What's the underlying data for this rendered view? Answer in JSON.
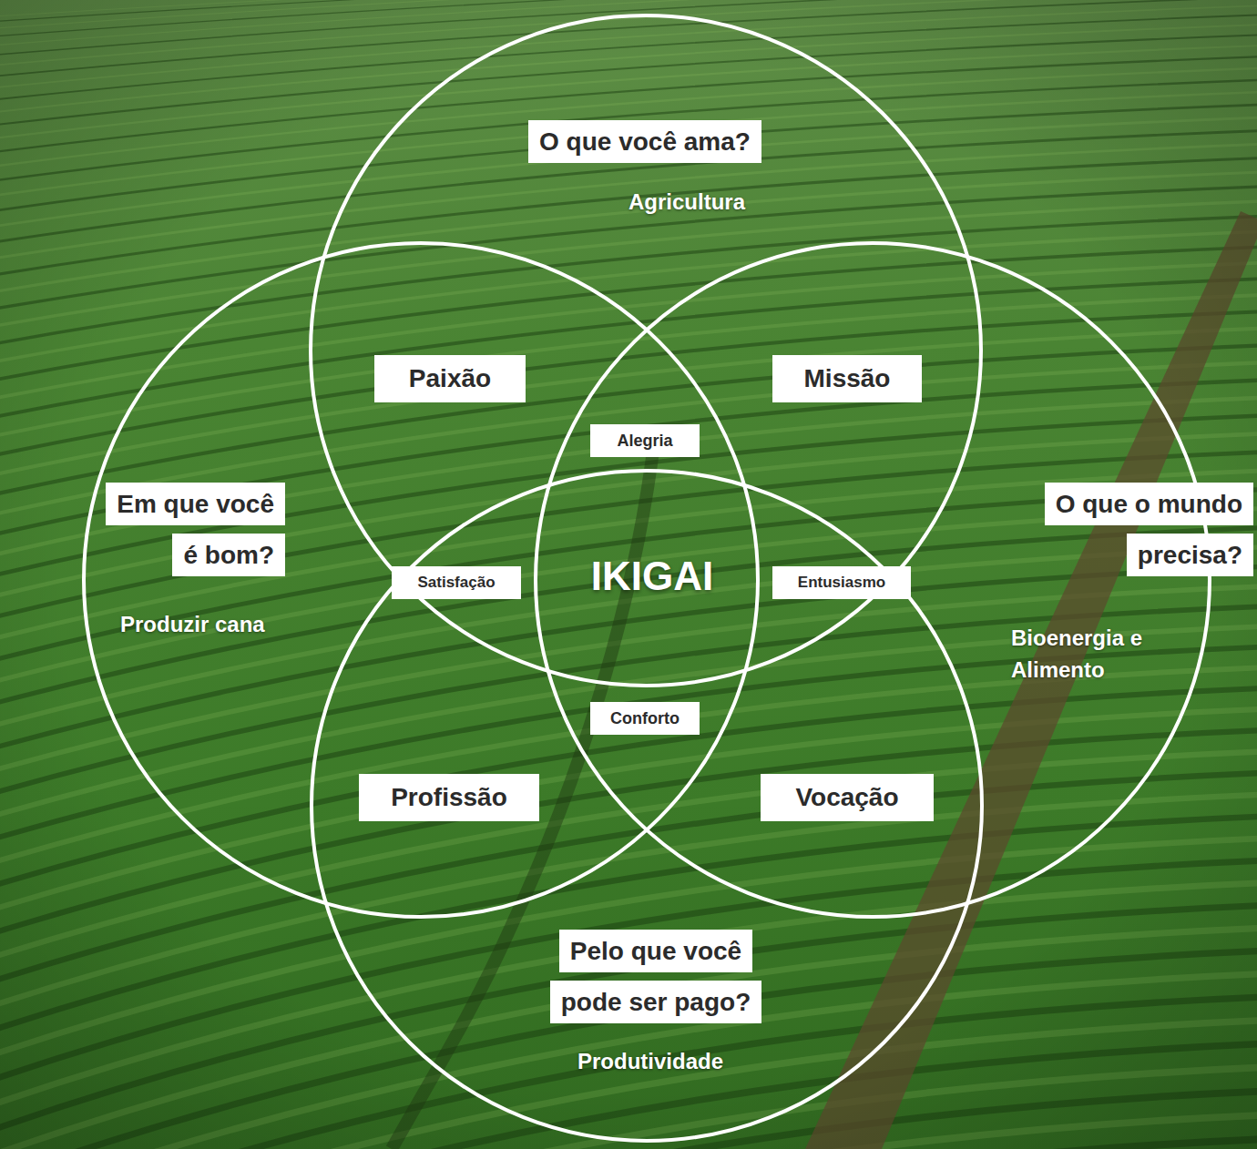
{
  "diagram": {
    "nodes": [
      {
        "text": [
          "O que você ama?",
          "Agricultura"
        ]
      },
      {
        "text": [
          "Paixão"
        ]
      },
      {
        "text": [
          "Missão"
        ]
      },
      {
        "text": [
          "Alegria"
        ]
      },
      {
        "text": [
          "Em que você é bom?",
          "Produzir cana"
        ]
      },
      {
        "text": [
          "Satisfação"
        ]
      },
      {
        "text": [
          "Entusiasmo"
        ]
      },
      {
        "text": [
          "O que o mundo precisa?",
          "Bioenergia e Alimento"
        ]
      },
      {
        "text": [
          "Conforto"
        ]
      },
      {
        "text": [
          "Profissão"
        ]
      },
      {
        "text": [
          "Vocação"
        ]
      },
      {
        "text": [
          "Pelo que você pode ser pago?",
          "Produtividade"
        ]
      }
    ],
    "labels": [
      "IKIGAI"
    ]
  }
}
